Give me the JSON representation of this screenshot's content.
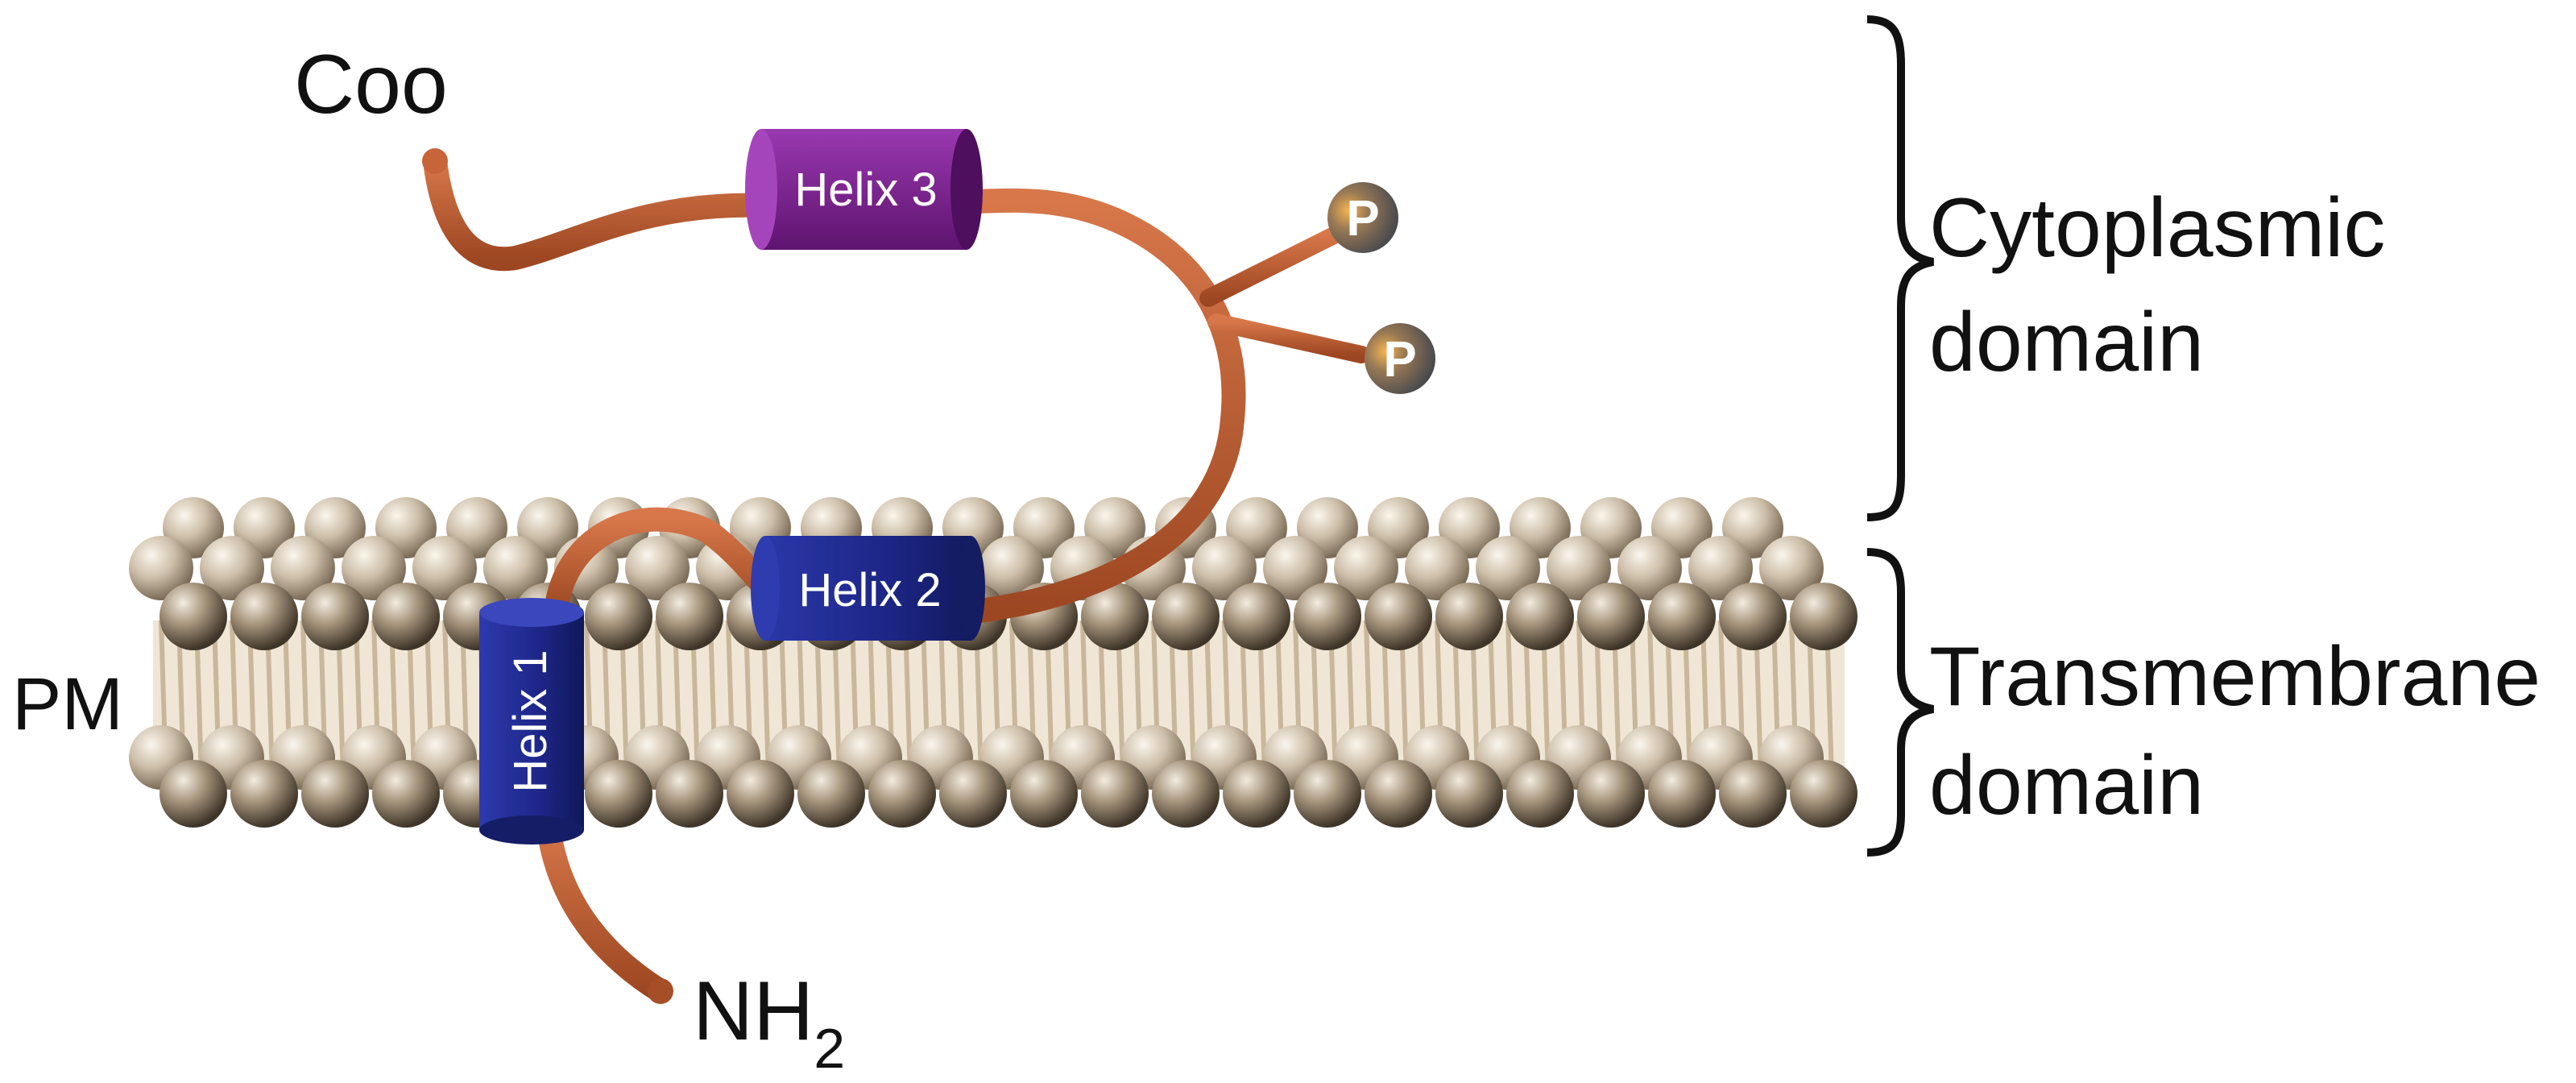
{
  "labels": {
    "c_terminus": "Coo",
    "n_terminus_main": "NH",
    "n_terminus_sub": "2",
    "pm": "PM"
  },
  "domains": {
    "cytoplasmic_line1": "Cytoplasmic",
    "cytoplasmic_line2": "domain",
    "transmembrane_line1": "Transmembrane",
    "transmembrane_line2": "domain"
  },
  "helices": [
    {
      "label": "Helix 1",
      "color": "#1f2a8c"
    },
    {
      "label": "Helix 2",
      "color": "#1f2a8c"
    },
    {
      "label": "Helix 3",
      "color": "#7a1f8c"
    }
  ],
  "phospho": {
    "label": "P",
    "count": 2
  },
  "colors": {
    "chain": "#b9582c",
    "lipid_head": "#8a7a66",
    "lipid_tail": "#d8c9ad",
    "phospho_body": "#5a5f68",
    "phospho_glow": "#f0a040"
  }
}
